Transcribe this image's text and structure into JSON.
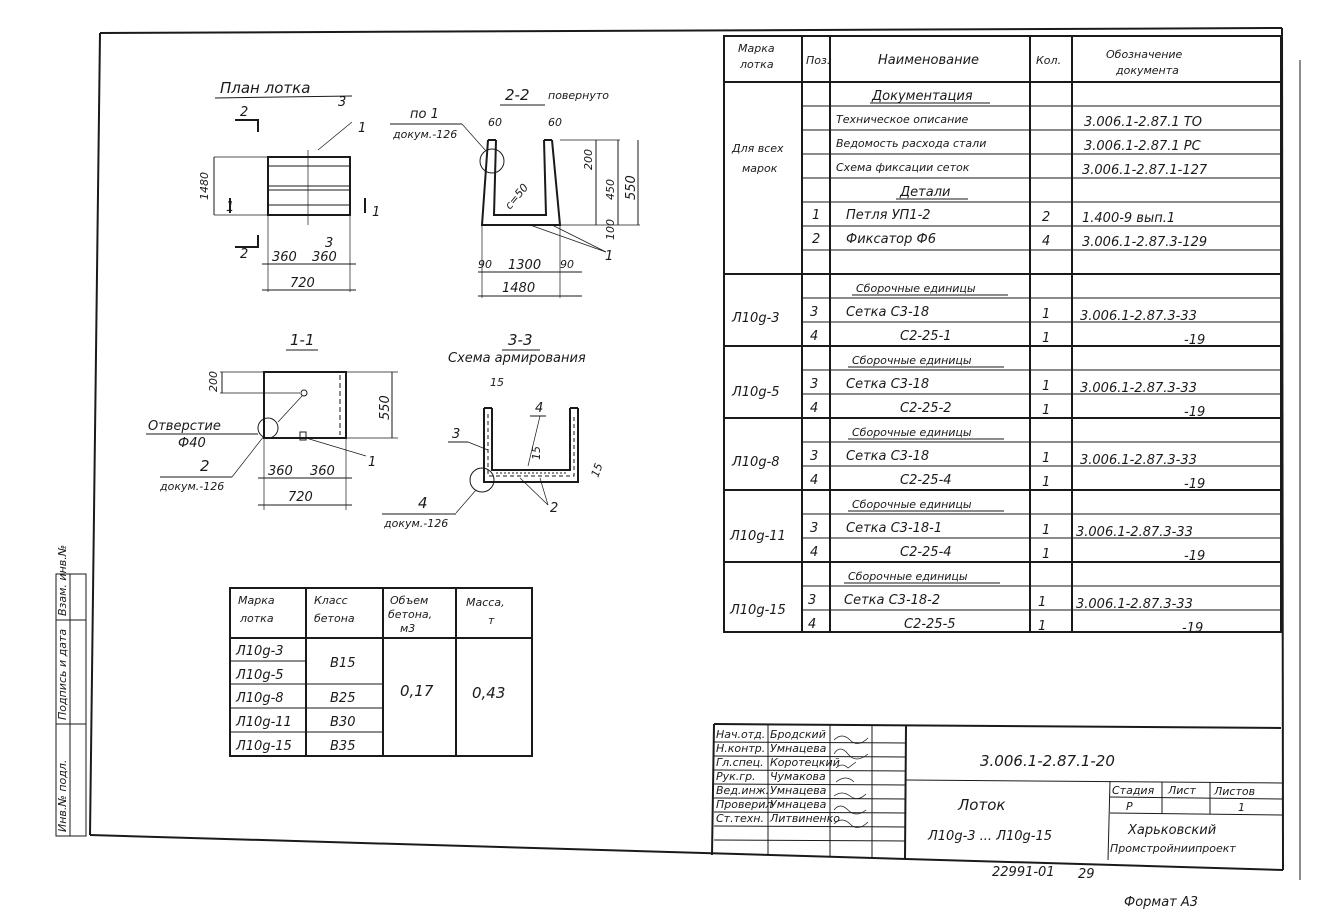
{
  "plan": {
    "title": "План лотка",
    "cut2": "2",
    "cut3": "3",
    "cut1": "1",
    "pos1": "1",
    "dim_1480": "1480",
    "dim_360a": "360",
    "dim_360b": "360",
    "dim_720": "720",
    "cut2b": "2",
    "cut3b": "3"
  },
  "section22": {
    "title": "2-2",
    "note": "повернуто",
    "ref_pos": "по 1",
    "ref_doc": "докум.-126",
    "dim_60a": "60",
    "dim_60b": "60",
    "dim_200": "200",
    "dim_450": "450",
    "dim_550": "550",
    "dim_c50": "c=50",
    "dim_100": "100",
    "dim_90a": "90",
    "dim_1300": "1300",
    "dim_90b": "90",
    "dim_1480": "1480",
    "pos1": "1"
  },
  "section11": {
    "title": "1-1",
    "dim_200": "200",
    "dim_550": "550",
    "hole_label": "Отверстие",
    "hole_dia": "Ф40",
    "ref_num": "2",
    "ref_doc": "докум.-126",
    "dim_360a": "360",
    "dim_360b": "360",
    "dim_720": "720",
    "pos1": "1"
  },
  "section33": {
    "title": "3-3",
    "subtitle": "Схема армирования",
    "dim_15a": "15",
    "pos4": "4",
    "pos3": "3",
    "dim_15b": "15",
    "dim_15c": "15",
    "pos2": "2",
    "ref_num": "4",
    "ref_doc": "докум.-126"
  },
  "concrete_table": {
    "headers": [
      [
        "Марка",
        "лотка"
      ],
      [
        "Класс",
        "бетона"
      ],
      [
        "Объем",
        "бетона,",
        "м3"
      ],
      [
        "Масса,",
        "т"
      ]
    ],
    "marks": [
      "Л10g-3",
      "Л10g-5",
      "Л10g-8",
      "Л10g-11",
      "Л10g-15"
    ],
    "classes": [
      "В15",
      "В25",
      "В30",
      "В35"
    ],
    "volume": "0,17",
    "mass": "0,43"
  },
  "spec_table": {
    "headers": {
      "mark": [
        "Марка",
        "лотка"
      ],
      "pos": "Поз.",
      "name": "Наименование",
      "qty": "Кол.",
      "doc": [
        "Обозначение",
        "документа"
      ]
    },
    "all_marks_label": [
      "Для всех",
      "марок"
    ],
    "rows": [
      {
        "pos": "",
        "name": "Документация",
        "qty": "",
        "doc": "",
        "heading": true
      },
      {
        "pos": "",
        "name": "Техническое описание",
        "qty": "",
        "doc": "3.006.1-2.87.1 ТО"
      },
      {
        "pos": "",
        "name": "Ведомость расхода стали",
        "qty": "",
        "doc": "3.006.1-2.87.1 РС"
      },
      {
        "pos": "",
        "name": "Схема фиксации сеток",
        "qty": "",
        "doc": "3.006.1-2.87.1-127"
      },
      {
        "pos": "",
        "name": "Детали",
        "qty": "",
        "doc": "",
        "heading": true
      },
      {
        "pos": "1",
        "name": "Петля УП1-2",
        "qty": "2",
        "doc": "1.400-9 вып.1"
      },
      {
        "pos": "2",
        "name": "Фиксатор Ф6",
        "qty": "4",
        "doc": "3.006.1-2.87.3-129"
      },
      {
        "pos": "",
        "name": "",
        "qty": "",
        "doc": ""
      }
    ],
    "groups": [
      {
        "mark": "Л10g-3",
        "heading": "Сборочные единицы",
        "r1": {
          "pos": "3",
          "name": "Сетка С3-18",
          "qty": "1",
          "doc": "3.006.1-2.87.3-33"
        },
        "r2": {
          "pos": "4",
          "name": "С2-25-1",
          "qty": "1",
          "doc": "-19"
        }
      },
      {
        "mark": "Л10g-5",
        "heading": "Сборочные единицы",
        "r1": {
          "pos": "3",
          "name": "Сетка С3-18",
          "qty": "1",
          "doc": "3.006.1-2.87.3-33"
        },
        "r2": {
          "pos": "4",
          "name": "С2-25-2",
          "qty": "1",
          "doc": "-19"
        }
      },
      {
        "mark": "Л10g-8",
        "heading": "Сборочные единицы",
        "r1": {
          "pos": "3",
          "name": "Сетка С3-18",
          "qty": "1",
          "doc": "3.006.1-2.87.3-33"
        },
        "r2": {
          "pos": "4",
          "name": "С2-25-4",
          "qty": "1",
          "doc": "-19"
        }
      },
      {
        "mark": "Л10g-11",
        "heading": "Сборочные единицы",
        "r1": {
          "pos": "3",
          "name": "Сетка С3-18-1",
          "qty": "1",
          "doc": "3.006.1-2.87.3-33"
        },
        "r2": {
          "pos": "4",
          "name": "С2-25-4",
          "qty": "1",
          "doc": "-19"
        }
      },
      {
        "mark": "Л10g-15",
        "heading": "Сборочные единицы",
        "r1": {
          "pos": "3",
          "name": "Сетка С3-18-2",
          "qty": "1",
          "doc": "3.006.1-2.87.3-33"
        },
        "r2": {
          "pos": "4",
          "name": "С2-25-5",
          "qty": "1",
          "doc": "-19"
        }
      }
    ]
  },
  "title_block": {
    "roles": [
      "Нач.отд.",
      "Н.контр.",
      "Гл.спец.",
      "Рук.гр.",
      "Вед.инж.",
      "Проверил",
      "Ст.техн."
    ],
    "names": [
      "Бродский",
      "Умнацева",
      "Коротецкий",
      "Чумакова",
      "Умнацева",
      "Умнацева",
      "Литвиненко"
    ],
    "code": "3.006.1-2.87.1-20",
    "product": "Лоток",
    "marks_range": "Л10g-3 ... Л10g-15",
    "stage_label": "Стадия",
    "sheet_label": "Лист",
    "sheets_label": "Листов",
    "stage": "Р",
    "sheets": "1",
    "org1": "Харьковский",
    "org2": "Промстройниипроект"
  },
  "side_stamp": [
    "Инв.№ подл.",
    "Подпись и дата",
    "Взам. инв.№"
  ],
  "archive_number": "22991-01",
  "page_number": "29",
  "format": "Формат А3"
}
